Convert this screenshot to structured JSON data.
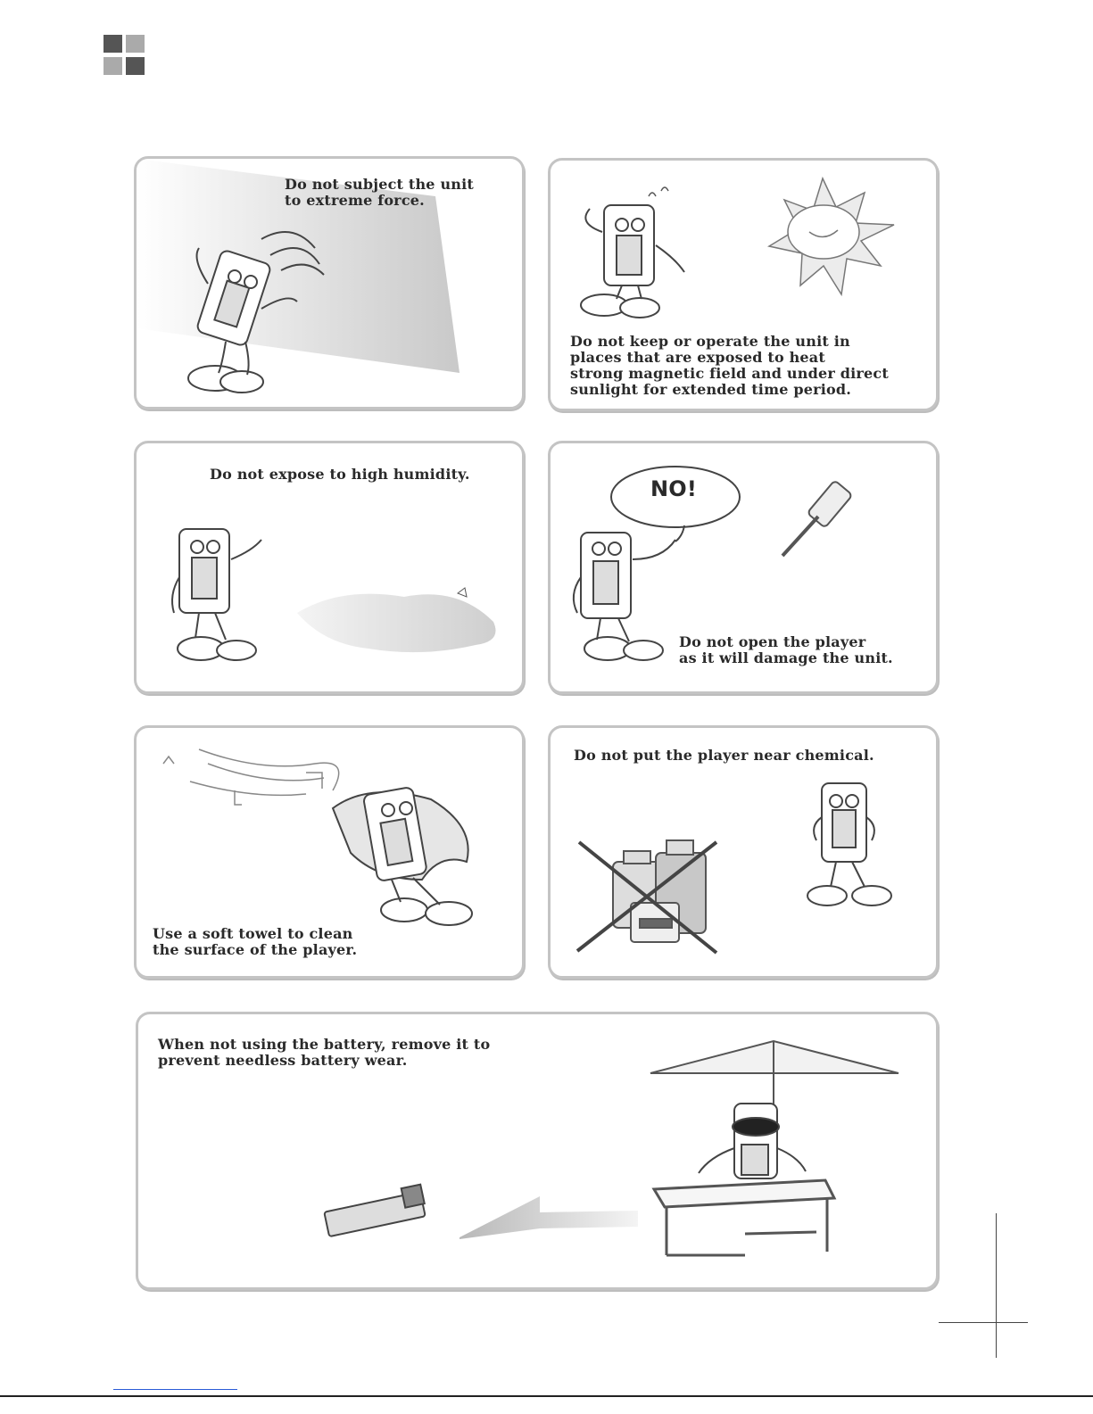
{
  "panels": {
    "force": {
      "caption": "Do not subject the unit\nto extreme force."
    },
    "heat": {
      "caption": "Do not keep or operate the unit in\nplaces that are exposed to heat\nstrong magnetic field and under direct\nsunlight for extended time period."
    },
    "humidity": {
      "caption": "Do not expose to high humidity."
    },
    "open": {
      "caption": "Do not open the player\nas it will damage the unit.",
      "bubble": "NO!"
    },
    "clean": {
      "caption": "Use a soft towel to clean\nthe surface of the player."
    },
    "chemical": {
      "caption": "Do not put the player near chemical."
    },
    "battery": {
      "caption": "When not using the battery, remove it to\nprevent needless battery wear."
    }
  }
}
